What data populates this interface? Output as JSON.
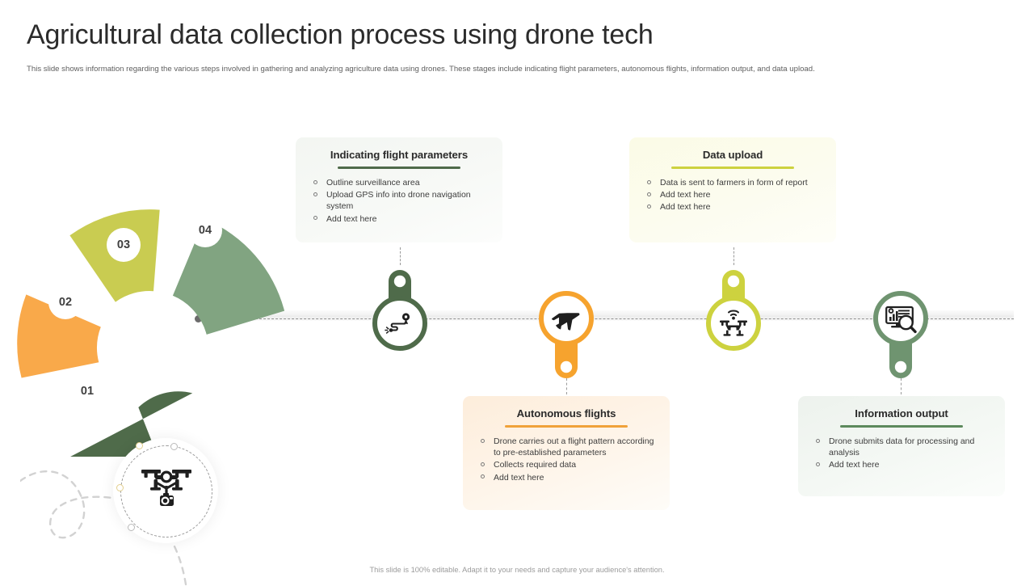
{
  "header": {
    "title": "Agricultural data collection process using drone tech",
    "subtitle": "This slide shows information regarding the various steps involved in gathering and analyzing agriculture data using drones. These stages include indicating flight parameters, autonomous flights, information output, and data upload."
  },
  "colors": {
    "dark_green": "#4f6b4a",
    "sage_green": "#81a481",
    "yellow_green": "#c9cc51",
    "orange": "#f9a94a",
    "timeline_band": "#efefef",
    "dash_gray": "#9a9a9a"
  },
  "fan": {
    "segments": [
      {
        "number": "01",
        "color_key": "dark_green"
      },
      {
        "number": "02",
        "color_key": "orange"
      },
      {
        "number": "03",
        "color_key": "yellow_green"
      },
      {
        "number": "04",
        "color_key": "sage_green"
      }
    ],
    "hub_icon": "drone-with-camera-icon"
  },
  "milestones": [
    {
      "icon": "route-map-pin-icon",
      "color": "#4f6b4a",
      "position": "up"
    },
    {
      "icon": "airplane-icon",
      "color": "#f6a32e",
      "position": "down"
    },
    {
      "icon": "drone-signal-icon",
      "color": "#cdd23f",
      "position": "up"
    },
    {
      "icon": "data-analysis-search-icon",
      "color": "#6f9470",
      "position": "down"
    }
  ],
  "cards": [
    {
      "title": "Indicating flight parameters",
      "rule_color": "#4f6b4a",
      "bg_from": "#f3f6f2",
      "bg_to": "#fbfcfb",
      "items": [
        "Outline surveillance area",
        "Upload GPS info into drone navigation system",
        "Add text here"
      ]
    },
    {
      "title": "Data upload",
      "rule_color": "#cdd23f",
      "bg_from": "#fbfbe8",
      "bg_to": "#fdfdf4",
      "items": [
        "Data is sent to farmers in form of report",
        "Add text here",
        "Add text here"
      ]
    },
    {
      "title": "Autonomous flights",
      "rule_color": "#f0a23a",
      "bg_from": "#fdeedc",
      "bg_to": "#fefaf4",
      "items": [
        "Drone carries out a flight pattern according to pre-established parameters",
        "Collects required data",
        "Add text here"
      ]
    },
    {
      "title": "Information output",
      "rule_color": "#5d8a5d",
      "bg_from": "#eef3ee",
      "bg_to": "#fafcfa",
      "items": [
        "Drone submits data for processing and analysis",
        "Add text here"
      ]
    }
  ],
  "footer": {
    "note": "This slide is 100% editable. Adapt it to your needs and capture your audience's attention."
  }
}
